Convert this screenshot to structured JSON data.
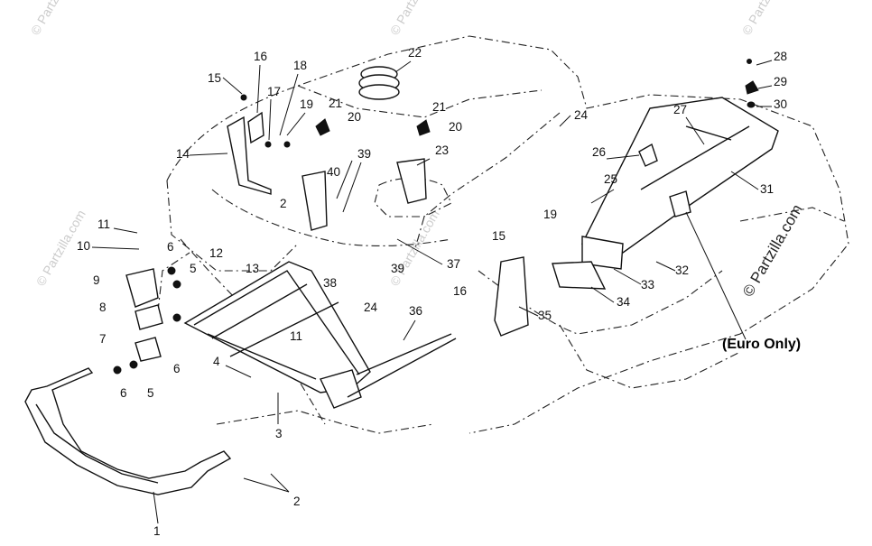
{
  "watermarks": {
    "top": "© Partzilla",
    "diag": "© Partzilla.com",
    "side": "© Partzilla.com"
  },
  "callouts": [
    "1",
    "2",
    "3",
    "4",
    "5",
    "6",
    "7",
    "8",
    "9",
    "10",
    "11",
    "12",
    "13",
    "14",
    "15",
    "16",
    "17",
    "18",
    "19",
    "20",
    "21",
    "22",
    "23",
    "24",
    "25",
    "26",
    "27",
    "28",
    "29",
    "30",
    "31",
    "32",
    "33",
    "34",
    "35",
    "36",
    "37",
    "38",
    "39",
    "40"
  ],
  "note": "(Euro Only)"
}
